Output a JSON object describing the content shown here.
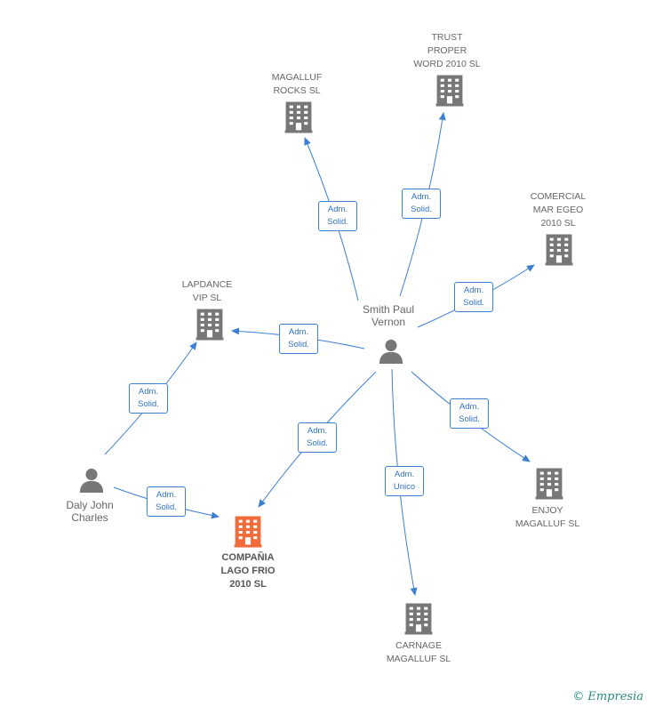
{
  "colors": {
    "edge": "#3d7fd1",
    "node_gray": "#777777",
    "node_focus": "#f26b3a",
    "brand": "#2a8a7a"
  },
  "nodes": {
    "smith": {
      "label": "Smith Paul\nVernon",
      "icon": "person-icon"
    },
    "daly": {
      "label": "Daly John\nCharles",
      "icon": "person-icon"
    },
    "magalluf_rocks": {
      "label": "MAGALLUF\nROCKS SL",
      "icon": "building-icon"
    },
    "trust_proper": {
      "label": "TRUST\nPROPER\nWORD 2010 SL",
      "icon": "building-icon"
    },
    "comercial_mar": {
      "label": "COMERCIAL\nMAR EGEO\n2010 SL",
      "icon": "building-icon"
    },
    "lapdance": {
      "label": "LAPDANCE\nVIP SL",
      "icon": "building-icon"
    },
    "enjoy": {
      "label": "ENJOY\nMAGALLUF SL",
      "icon": "building-icon"
    },
    "carnage": {
      "label": "CARNAGE\nMAGALLUF SL",
      "icon": "building-icon"
    },
    "compania": {
      "label": "COMPAÑIA\nLAGO FRIO\n2010 SL",
      "icon": "building-icon"
    }
  },
  "edges": [
    {
      "from": "smith",
      "to": "magalluf_rocks",
      "l1": "Adm.",
      "l2": "Solid."
    },
    {
      "from": "smith",
      "to": "trust_proper",
      "l1": "Adm.",
      "l2": "Solid."
    },
    {
      "from": "smith",
      "to": "comercial_mar",
      "l1": "Adm.",
      "l2": "Solid."
    },
    {
      "from": "smith",
      "to": "lapdance",
      "l1": "Adm.",
      "l2": "Solid."
    },
    {
      "from": "smith",
      "to": "enjoy",
      "l1": "Adm.",
      "l2": "Solid."
    },
    {
      "from": "smith",
      "to": "carnage",
      "l1": "Adm.",
      "l2": "Unico"
    },
    {
      "from": "smith",
      "to": "compania",
      "l1": "Adm.",
      "l2": "Solid."
    },
    {
      "from": "daly",
      "to": "lapdance",
      "l1": "Adm.",
      "l2": "Solid."
    },
    {
      "from": "daly",
      "to": "compania",
      "l1": "Adm.",
      "l2": "Solid."
    }
  ],
  "footer": {
    "copyright": "©",
    "brand": "Empresia"
  }
}
